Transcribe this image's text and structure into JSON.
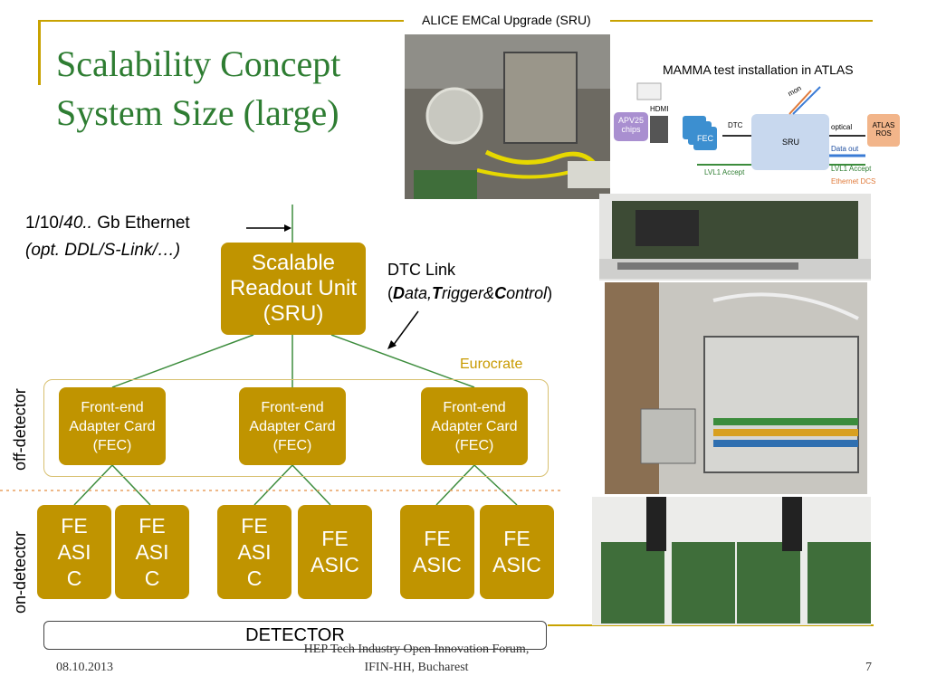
{
  "title_line1": "Scalability Concept",
  "title_line2": "System Size (large)",
  "alice_caption": "ALICE EMCal Upgrade (SRU)",
  "mamma_caption": "MAMMA test installation in ATLAS",
  "ethernet_label_a": "1/10/",
  "ethernet_label_b": "40..",
  "ethernet_label_c": " Gb Ethernet",
  "ethernet_sub": "(opt. DDL/S-Link/…)",
  "sru_label": "Scalable Readout Unit (SRU)",
  "dtc_label": "DTC Link",
  "dtc_paren_open": "(",
  "dtc_d": "D",
  "dtc_ata": "ata,",
  "dtc_t": "T",
  "dtc_rigger": "rigger&",
  "dtc_c": "C",
  "dtc_ontrol": "ontrol",
  "dtc_paren_close": ")",
  "eurocrate_label": "Eurocrate",
  "off_detector": "off-detector",
  "on_detector": "on-detector",
  "fec_label": "Front-end Adapter Card (FEC)",
  "asic_split": "FE ASI C",
  "asic_full": "FE ASIC",
  "detector_label": "DETECTOR",
  "footer_date": "08.10.2013",
  "footer_line1": "HEP Tech Industry Open Innovation Forum,",
  "footer_line2": "IFIN-HH, Bucharest",
  "footer_page": "7",
  "mamma": {
    "apv": "APV25 chips",
    "hdmi": "HDMI",
    "fec": "FEC",
    "dtc": "DTC",
    "sru": "SRU",
    "optical": "optical",
    "data_out": "Data out",
    "lvl1_left": "LVL1 Accept",
    "lvl1_right": "LVL1 Accept",
    "eth_dcs": "Ethernet DCS",
    "atlas_ros": "ATLAS ROS",
    "mon": "mon"
  },
  "colors": {
    "title": "#2e7d32",
    "box": "#c09400",
    "rule": "#c8a200",
    "line": "#3c8c3c"
  }
}
